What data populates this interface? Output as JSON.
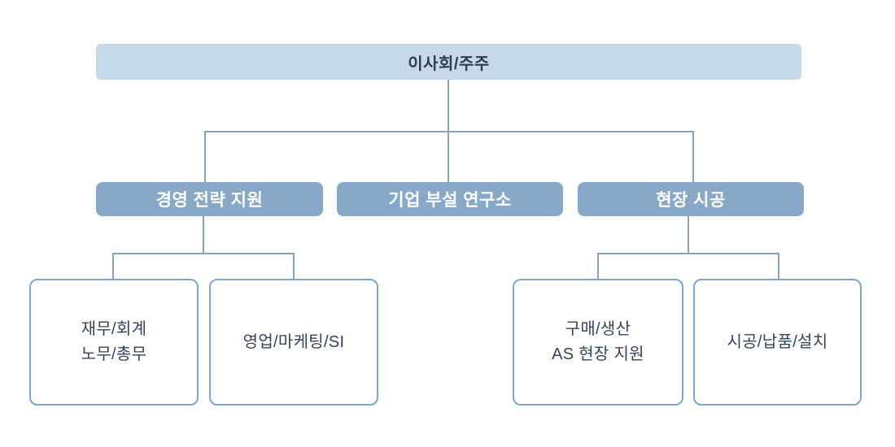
{
  "org": {
    "root": {
      "label": "이사회/주주"
    },
    "departments": [
      {
        "label": "경영 전략 지원"
      },
      {
        "label": "기업 부설 연구소"
      },
      {
        "label": "현장 시공"
      }
    ],
    "teams": [
      {
        "label": "재무/회계\n노무/총무"
      },
      {
        "label": "영업/마케팅/SI"
      },
      {
        "label": "구매/생산\nAS 현장 지원"
      },
      {
        "label": "시공/납품/설치"
      }
    ]
  },
  "colors": {
    "root-fill": "#c5d9e9",
    "root-text": "#2e3e52",
    "dept-fill": "#88a8c7",
    "dept-text": "#ffffff",
    "team-border": "#7da7ce",
    "team-text": "#34445e",
    "line": "#87a3c1"
  }
}
